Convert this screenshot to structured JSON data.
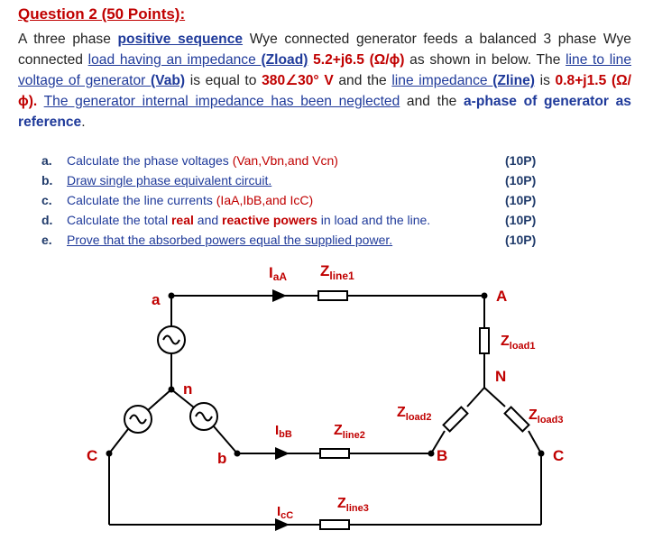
{
  "title": "Question 2 (50 Points):",
  "intro": {
    "p1": "A three phase ",
    "p2": "positive sequence",
    "p3": " Wye connected generator feeds a balanced 3 phase Wye connected ",
    "p4": "load having an impedance ",
    "p5": "(Zload)",
    "p6": " 5.2+j6.5 (Ω/ϕ)",
    "p7": " as shown in below. The ",
    "p8": "line to line voltage of generator ",
    "p9": "(Vab)",
    "p10": " is equal to ",
    "p11": "380∠30° V",
    "p12": " and the ",
    "p13": "line impedance ",
    "p14": "(Zline)",
    "p15": " is ",
    "p16": "0.8+j1.5 (Ω/ϕ).",
    "p17": " ",
    "p18": "The generator internal impedance has been neglected",
    "p19": " and the ",
    "p20": "a-phase of generator as reference",
    "p21": "."
  },
  "tasks": [
    {
      "letter": "a.",
      "t1": "Calculate the phase voltages ",
      "t2": "(Van,Vbn,and Vcn)",
      "points": "(10P)"
    },
    {
      "letter": "b.",
      "t1": "Draw single phase equivalent circuit.",
      "points": "(10P)"
    },
    {
      "letter": "c.",
      "t1": "Calculate the line currents ",
      "t2": "(IaA,IbB,and IcC)",
      "points": "(10P)"
    },
    {
      "letter": "d.",
      "t1": "Calculate the total ",
      "t2": "real",
      "t3": " and ",
      "t4": "reactive powers",
      "t5": " in load and the line.",
      "points": "(10P)"
    },
    {
      "letter": "e.",
      "t1": "Prove that the absorbed powers equal the supplied power.",
      "points": "(10P)"
    }
  ],
  "circuit": {
    "node_a": "a",
    "node_b": "b",
    "node_c": "C",
    "node_n": "n",
    "node_A": "A",
    "node_B": "B",
    "node_C": "C",
    "node_N": "N",
    "i_aA_main": "I",
    "i_aA_sub": "aA",
    "i_bB_main": "I",
    "i_bB_sub": "bB",
    "i_cC_main": "I",
    "i_cC_sub": "cC",
    "z_line1_main": "Z",
    "z_line1_sub": "line1",
    "z_line2_main": "Z",
    "z_line2_sub": "line2",
    "z_line3_main": "Z",
    "z_line3_sub": "line3",
    "z_load1_main": "Z",
    "z_load1_sub": "load1",
    "z_load2_main": "Z",
    "z_load2_sub": "load2",
    "z_load3_main": "Z",
    "z_load3_sub": "load3",
    "colors": {
      "label": "#c00000",
      "wire": "#000000"
    }
  }
}
